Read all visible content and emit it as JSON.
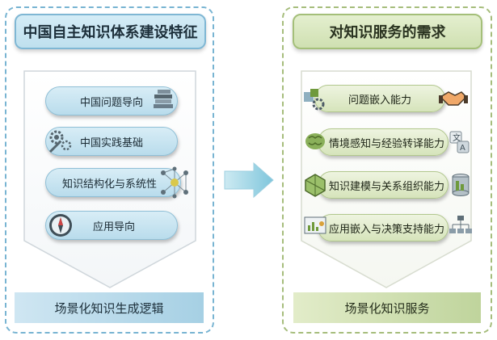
{
  "left_panel": {
    "title": "中国自主知识体系建设特征",
    "items": [
      {
        "label": "中国问题导向",
        "icon": "books-icon"
      },
      {
        "label": "中国实践基础",
        "icon": "gears-tools-icon"
      },
      {
        "label": "知识结构化与系统性",
        "icon": "network-icon"
      },
      {
        "label": "应用导向",
        "icon": "compass-icon"
      }
    ],
    "footer": "场景化知识生成逻辑",
    "colors": {
      "frame": "#78b4d2",
      "fill": "#bfe0ee"
    }
  },
  "right_panel": {
    "title": "对知识服务的需求",
    "items": [
      {
        "label": "问题嵌入能力",
        "icon": "handshake-icon",
        "side_icon": "puzzle-gear-icon"
      },
      {
        "label": "情境感知与经验转译能力",
        "icon": "translate-icon",
        "side_icon": "brain-icon"
      },
      {
        "label": "知识建模与关系组织能力",
        "icon": "database-icon",
        "side_icon": "cube-icon"
      },
      {
        "label": "应用嵌入与决策支持能力",
        "icon": "org-chart-icon",
        "side_icon": "dashboard-icon"
      }
    ],
    "footer": "场景化知识服务",
    "colors": {
      "frame": "#a6bd7c",
      "fill": "#cfe0b1"
    }
  },
  "connector": {
    "icon": "right-arrow-icon",
    "color": "#8fcde0"
  }
}
